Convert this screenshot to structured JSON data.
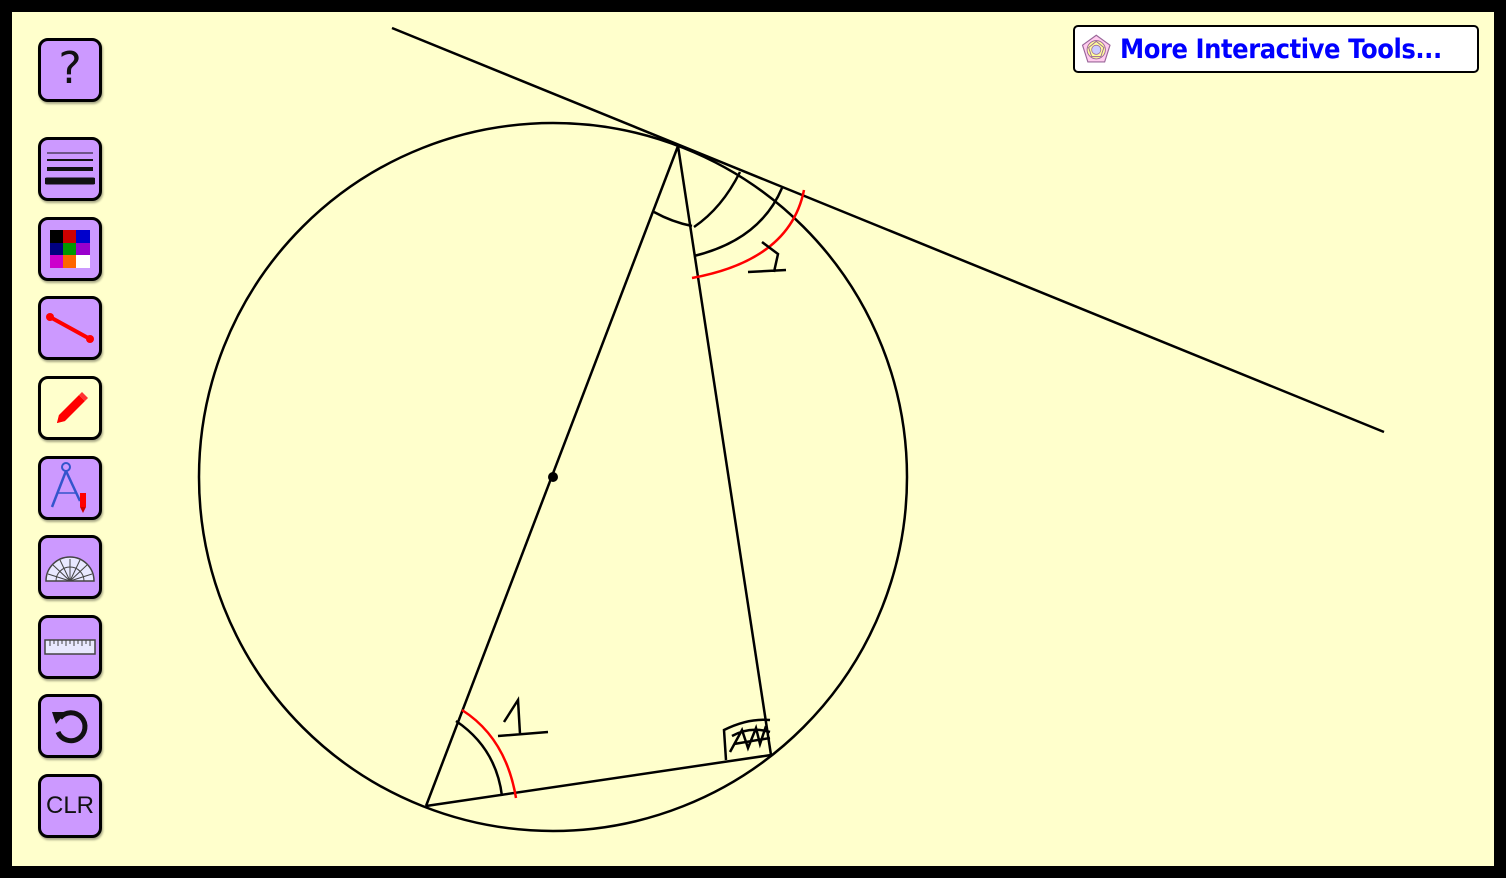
{
  "toolbar": {
    "help_label": "?",
    "clear_label": "CLR",
    "tools": [
      {
        "id": "help",
        "icon": "question-mark-icon"
      },
      {
        "id": "line-width",
        "icon": "line-width-icon"
      },
      {
        "id": "colour",
        "icon": "colour-palette-icon"
      },
      {
        "id": "line",
        "icon": "line-segment-icon"
      },
      {
        "id": "pencil",
        "icon": "pencil-icon",
        "active": true
      },
      {
        "id": "compass",
        "icon": "compass-icon"
      },
      {
        "id": "protractor",
        "icon": "protractor-icon"
      },
      {
        "id": "ruler",
        "icon": "ruler-icon"
      },
      {
        "id": "undo",
        "icon": "undo-icon"
      },
      {
        "id": "clear",
        "icon": "clear-text"
      }
    ],
    "palette_colors": [
      "#000000",
      "#cc0000",
      "#0000cc",
      "#cc00cc",
      "#ff6600",
      "#ffffff"
    ]
  },
  "more_tools": {
    "label": "More Interactive Tools..."
  },
  "drawing": {
    "angle_labels": [
      "1",
      "1"
    ],
    "ink_colors": {
      "black": "#000000",
      "red": "#ff0000"
    }
  },
  "colors": {
    "canvas_background": "#ffffcc",
    "frame": "#000000",
    "button_fill": "#cc99ff",
    "active_button_fill": "#ffffcc",
    "link_text": "#0000ff"
  }
}
